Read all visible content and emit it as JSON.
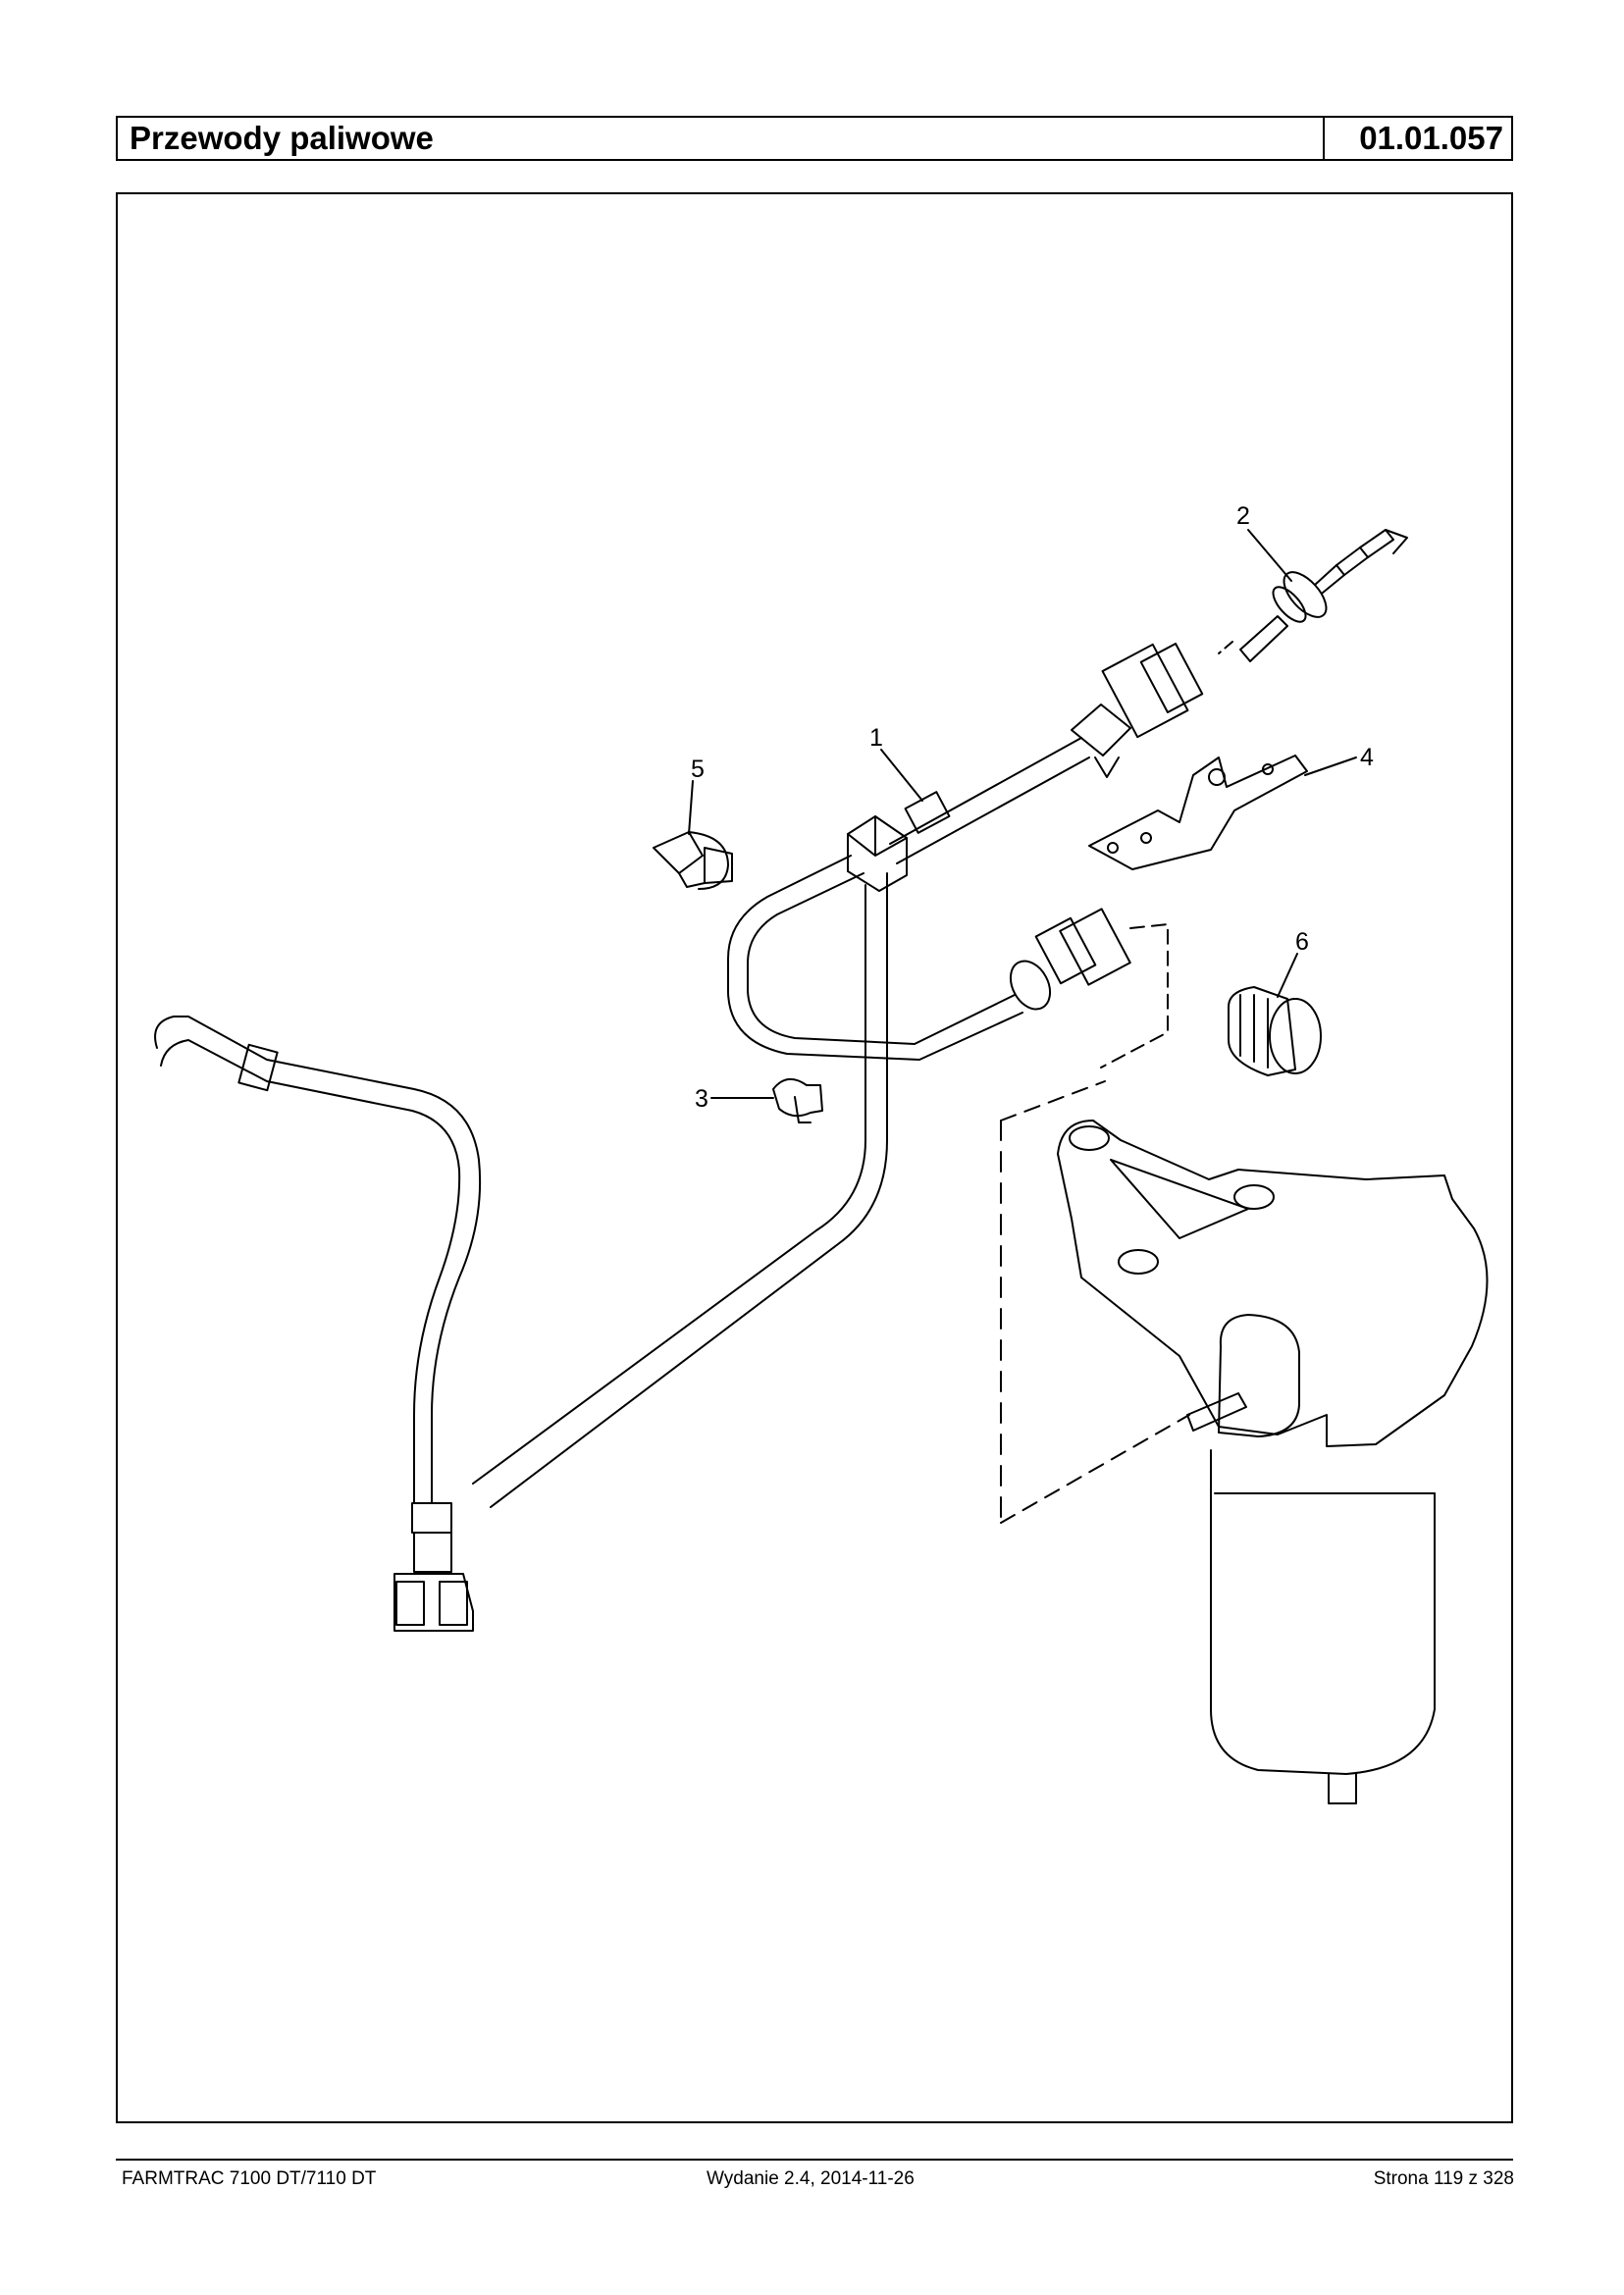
{
  "header": {
    "title": "Przewody paliwowe",
    "code": "01.01.057"
  },
  "callouts": [
    "1",
    "2",
    "3",
    "4",
    "5",
    "6"
  ],
  "footer": {
    "model": "FARMTRAC 7100 DT/7110 DT",
    "edition": "Wydanie 2.4,  2014-11-26",
    "page": "Strona 119 z 328"
  }
}
